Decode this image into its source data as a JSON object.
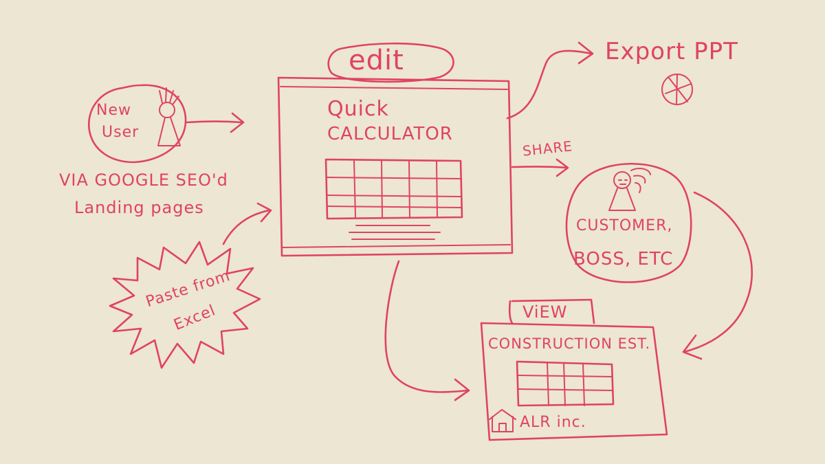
{
  "colors": {
    "paper": "#ece6d3",
    "ink": "#e0435e"
  },
  "new_user": {
    "line1": "New",
    "line2": "User",
    "source_line1": "VIA GOOGLE SEO'd",
    "source_line2": "Landing pages"
  },
  "paste": {
    "line1": "Paste from",
    "line2": "Excel"
  },
  "editor": {
    "badge": "edit",
    "title_line1": "Quick",
    "title_line2": "CALCULATOR"
  },
  "export": {
    "label": "Export PPT"
  },
  "share": {
    "label": "SHARE"
  },
  "recipient": {
    "line1": "CUSTOMER,",
    "line2": "BOSS, ETC"
  },
  "viewer": {
    "badge": "ViEW",
    "title": "CONSTRUCTION EST.",
    "company": "ALR inc."
  },
  "icons": [
    "user-figure-icon",
    "recipient-figure-icon",
    "no-symbol-icon",
    "house-icon"
  ]
}
